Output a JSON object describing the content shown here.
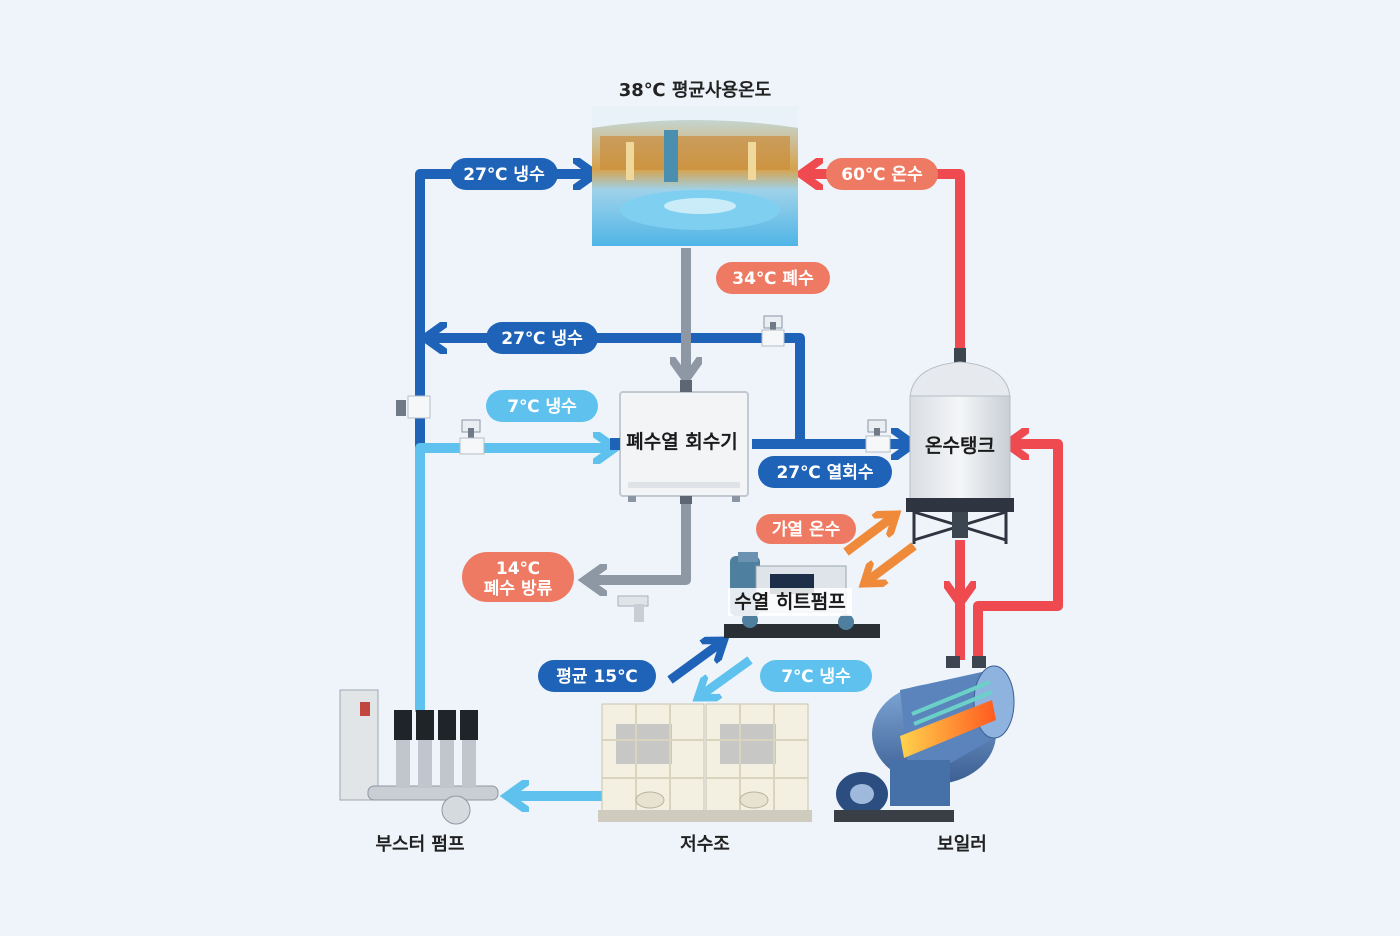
{
  "colors": {
    "background": "#eef4fa",
    "cold_dark": "#1e63b8",
    "cold_light": "#5fc2ee",
    "hot": "#ef4a4f",
    "warm": "#f08a3b",
    "waste": "#8e97a4",
    "label_red": "#ee7a63"
  },
  "icons": [
    "pool-photo",
    "heat-recovery-unit",
    "hot-water-tank",
    "heat-pump",
    "boiler",
    "water-storage-tank",
    "booster-pump",
    "valve-icon"
  ],
  "nodes": {
    "pool_title": "38℃ 평균사용온도",
    "heat_recovery": "폐수열 회수기",
    "hot_tank": "온수탱크",
    "heat_pump": "수열 히트펌프",
    "booster_pump": "부스터 펌프",
    "storage_tank": "저수조",
    "boiler": "보일러"
  },
  "labels": {
    "cold_27_top": "27℃ 냉수",
    "hot_60": "60℃ 온수",
    "waste_34": "34℃ 폐수",
    "cold_27_mid": "27℃ 냉수",
    "cold_7_top": "7℃ 냉수",
    "heat_27": "27℃ 열회수",
    "heated_water": "가열 온수",
    "drain_line1": "14℃",
    "drain_line2": "폐수 방류",
    "avg_15": "평균 15℃",
    "cold_7_bottom": "7℃ 냉수"
  }
}
